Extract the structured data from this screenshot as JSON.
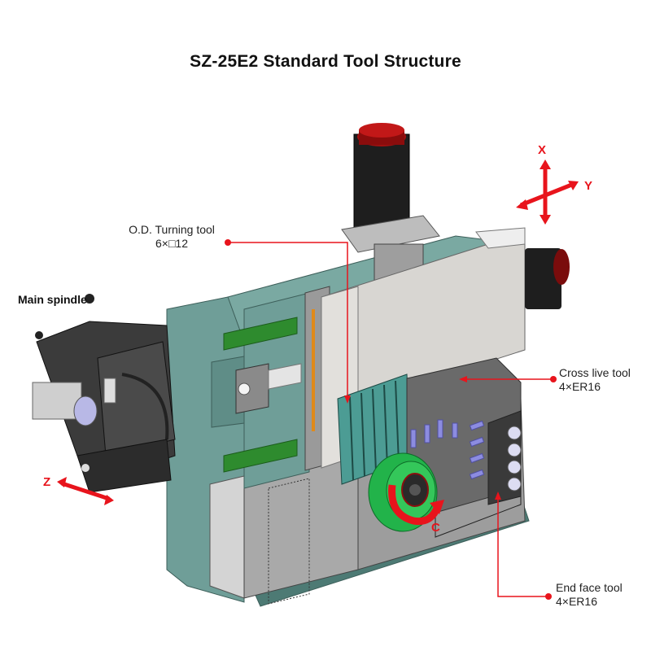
{
  "title": "SZ-25E2 Standard Tool Structure",
  "callouts": {
    "main_spindle": {
      "label": "Main spindle"
    },
    "od_turning": {
      "label": "O.D. Turning tool",
      "spec": "6×□12"
    },
    "cross_live": {
      "label": "Cross live tool",
      "spec": "4×ER16"
    },
    "end_face": {
      "label": "End face tool",
      "spec": "4×ER16"
    }
  },
  "axes": {
    "x": "X",
    "y": "Y",
    "z": "Z",
    "c": "C"
  },
  "colors": {
    "accent_red": "#e8141c",
    "frame_teal": "#6f9e98",
    "frame_teal_dark": "#4d7a74",
    "cover_gray": "#a9a9a9",
    "panel_light": "#d8d6d2",
    "rail_green": "#2e8b2e",
    "spindle_green": "#22b34a",
    "motor_black": "#1e1e1e",
    "motor_cap_red": "#a01010",
    "tool_purple": "#8c8ce0"
  }
}
